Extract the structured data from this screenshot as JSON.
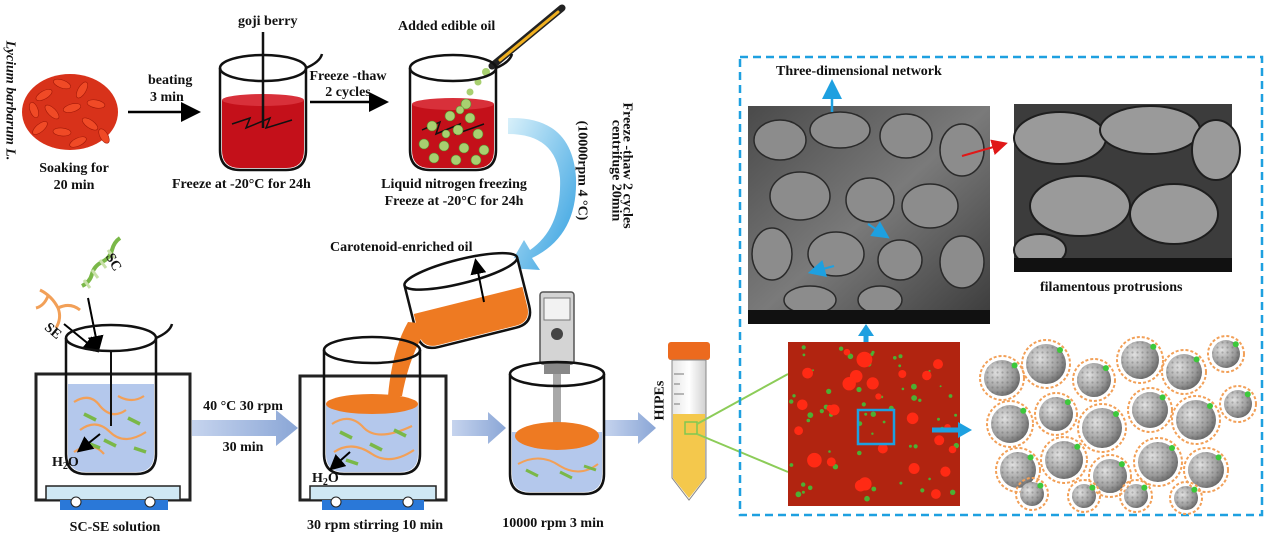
{
  "species_label": "Lycium barbarum L.",
  "step_soaking": [
    "Soaking for",
    "20 min"
  ],
  "arrow_beating": [
    "beating",
    "3 min"
  ],
  "beaker1_title": "goji berry",
  "beaker1_caption": "Freeze at -20°C for 24h",
  "arrow_freeze_thaw": [
    "Freeze -thaw",
    "2 cycles"
  ],
  "beaker2_title": "Added edible oil",
  "beaker2_caption": [
    "Liquid nitrogen freezing",
    "Freeze at -20°C for 24h"
  ],
  "curved_arrow_text": [
    "Freeze -thaw 2 cycles",
    "centrifuge 20min",
    "(10000rpm 4 °C)"
  ],
  "oil_label": "Carotenoid-enriched oil",
  "sc_label": "SC",
  "se_label": "SE",
  "water_label_main": "H",
  "water_label_sub": "2",
  "water_label_end": "O",
  "step1_caption": "SC-SE solution",
  "arrow_heating": [
    "40 °C 30 rpm",
    "30 min"
  ],
  "step2_caption": "30 rpm stirring 10 min",
  "step3_caption": "10000 rpm 3 min",
  "product_label": "HIPEs",
  "sem_network_label": "Three-dimensional network",
  "sem_protrusion_label": "filamentous protrusions",
  "colors": {
    "beaker_red": "#c4101a",
    "oil_orange": "#ee7a22",
    "arrow_blue": "#9cb4dc",
    "accent_cyan": "#1ea0e0",
    "confocal_red": "#c81c10",
    "confocal_green": "#3cc83a",
    "tube_yellow": "#f4c84c",
    "cap_orange": "#ec6a1e"
  }
}
